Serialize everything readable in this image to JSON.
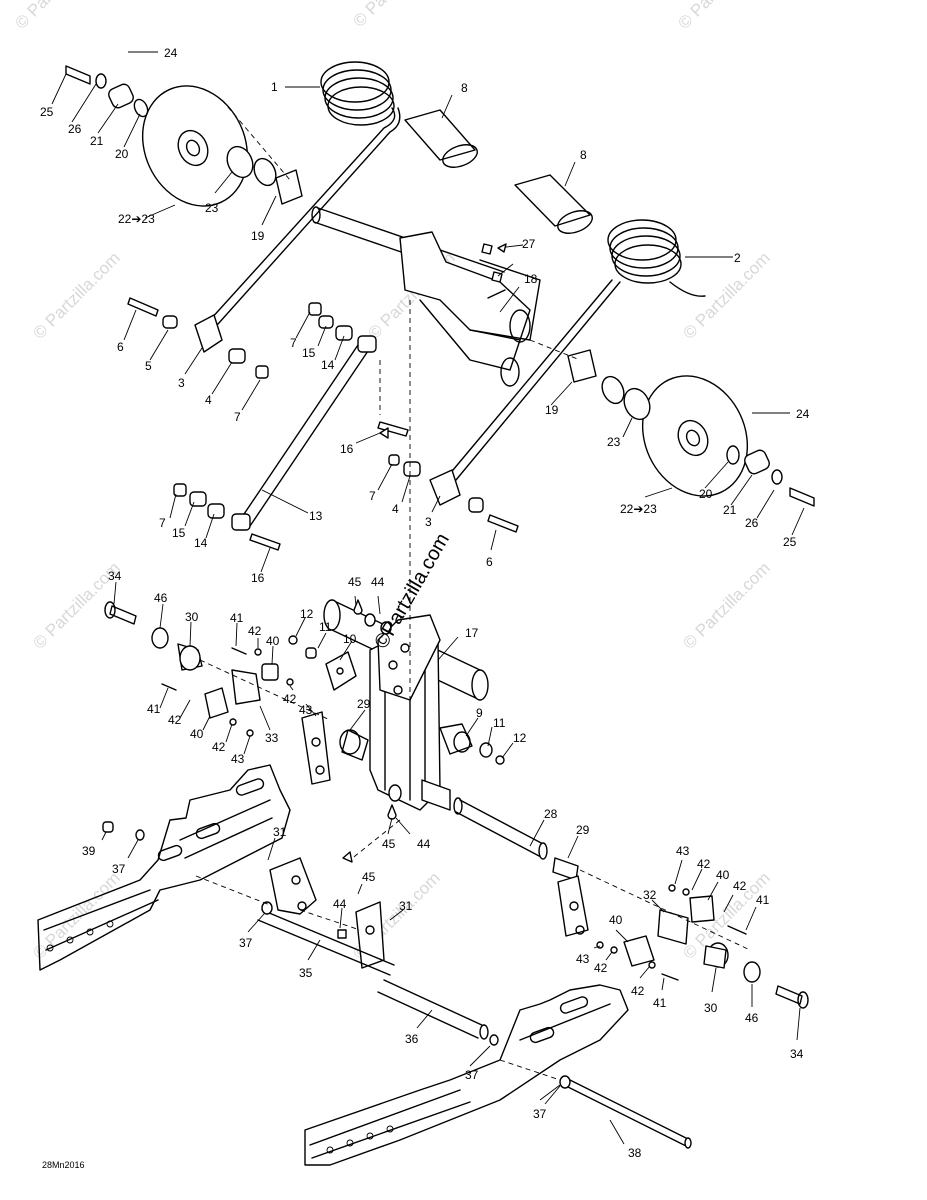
{
  "diagram_code": "28Mn2016",
  "watermark": "© Partzilla.com",
  "watermark_center": "©Partzilla.com",
  "callouts": {
    "c1": "1",
    "c2": "2",
    "c3a": "3",
    "c3b": "3",
    "c4a": "4",
    "c4b": "4",
    "c5": "5",
    "c6a": "6",
    "c6b": "6",
    "c7a": "7",
    "c7b": "7",
    "c7c": "7",
    "c7d": "7",
    "c8a": "8",
    "c8b": "8",
    "c9": "9",
    "c10": "10",
    "c11a": "11",
    "c11b": "11",
    "c12a": "12",
    "c12b": "12",
    "c13": "13",
    "c14a": "14",
    "c14b": "14",
    "c15a": "15",
    "c15b": "15",
    "c16a": "16",
    "c16b": "16",
    "c17": "17",
    "c18": "18",
    "c19a": "19",
    "c19b": "19",
    "c20a": "20",
    "c20b": "20",
    "c21a": "21",
    "c21b": "21",
    "c22a": "22➔23",
    "c22b": "22➔23",
    "c23a": "23",
    "c23b": "23",
    "c24a": "24",
    "c24b": "24",
    "c25a": "25",
    "c25b": "25",
    "c26a": "26",
    "c26b": "26",
    "c27": "27",
    "c28": "28",
    "c29a": "29",
    "c29b": "29",
    "c30a": "30",
    "c30b": "30",
    "c31a": "31",
    "c31b": "31",
    "c32": "32",
    "c33": "33",
    "c34a": "34",
    "c34b": "34",
    "c35": "35",
    "c36": "36",
    "c37a": "37",
    "c37b": "37",
    "c37c": "37",
    "c37d": "37",
    "c38": "38",
    "c39": "39",
    "c40a": "40",
    "c40b": "40",
    "c40c": "40",
    "c40d": "40",
    "c41a": "41",
    "c41b": "41",
    "c41c": "41",
    "c41d": "41",
    "c42a": "42",
    "c42b": "42",
    "c42c": "42",
    "c42d": "42",
    "c42e": "42",
    "c42f": "42",
    "c43a": "43",
    "c43b": "43",
    "c43c": "43",
    "c43d": "43",
    "c44a": "44",
    "c44b": "44",
    "c44c": "44",
    "c45a": "45",
    "c45b": "45",
    "c45c": "45",
    "c46a": "46",
    "c46b": "46"
  }
}
